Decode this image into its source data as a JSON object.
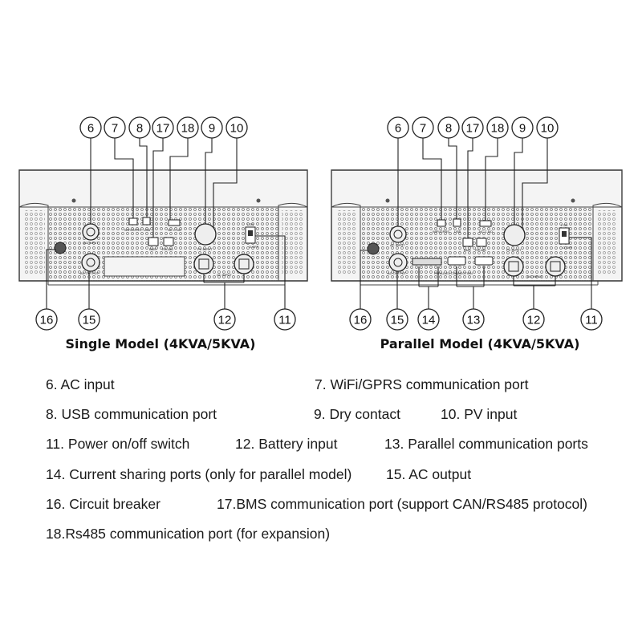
{
  "panels": [
    {
      "caption": "Single Model (4KVA/5KVA)",
      "top_callouts": [
        "6",
        "7",
        "8",
        "17",
        "18",
        "9",
        "10"
      ],
      "bottom_callouts": [
        "16",
        "15",
        "12",
        "11"
      ],
      "port_labels": {
        "ac_input": "AC INPUT",
        "wifi": "WIFI/GPRS",
        "usb": "USB",
        "dry": "NC C NO",
        "bms": "BMS",
        "rs485": "RS-485",
        "pv": "PV INPUT",
        "switch_on": "I ON",
        "switch_off": "O OFF",
        "ac_output": "AC OUTPUT",
        "dc_input": "DC INPUT"
      }
    },
    {
      "caption": "Parallel Model (4KVA/5KVA)",
      "top_callouts": [
        "6",
        "7",
        "8",
        "17",
        "18",
        "9",
        "10"
      ],
      "bottom_callouts": [
        "16",
        "15",
        "14",
        "13",
        "12",
        "11"
      ],
      "port_labels": {
        "ac_input": "AC INPUT",
        "wifi": "WIFI/GPRS",
        "usb": "USB",
        "dry": "NC C NO",
        "bms": "BMS",
        "rs485": "RS-485",
        "pv": "PV INPUT",
        "switch_on": "I ON",
        "switch_off": "O OFF",
        "ac_output": "AC OUTPUT",
        "dc_input": "DC INPUT",
        "parallel": "PARALLEL CONNECTION"
      }
    }
  ],
  "legend": [
    "6. AC input",
    "7. WiFi/GPRS communication port",
    "8. USB communication port",
    "9.  Dry contact",
    "10. PV input",
    "11. Power on/off switch",
    "12. Battery input",
    "13. Parallel communication ports",
    "14. Current sharing ports (only for parallel model)",
    "15. AC output",
    "16. Circuit breaker",
    "17.BMS communication port (support CAN/RS485 protocol)",
    "18.Rs485 communication port (for expansion)"
  ]
}
